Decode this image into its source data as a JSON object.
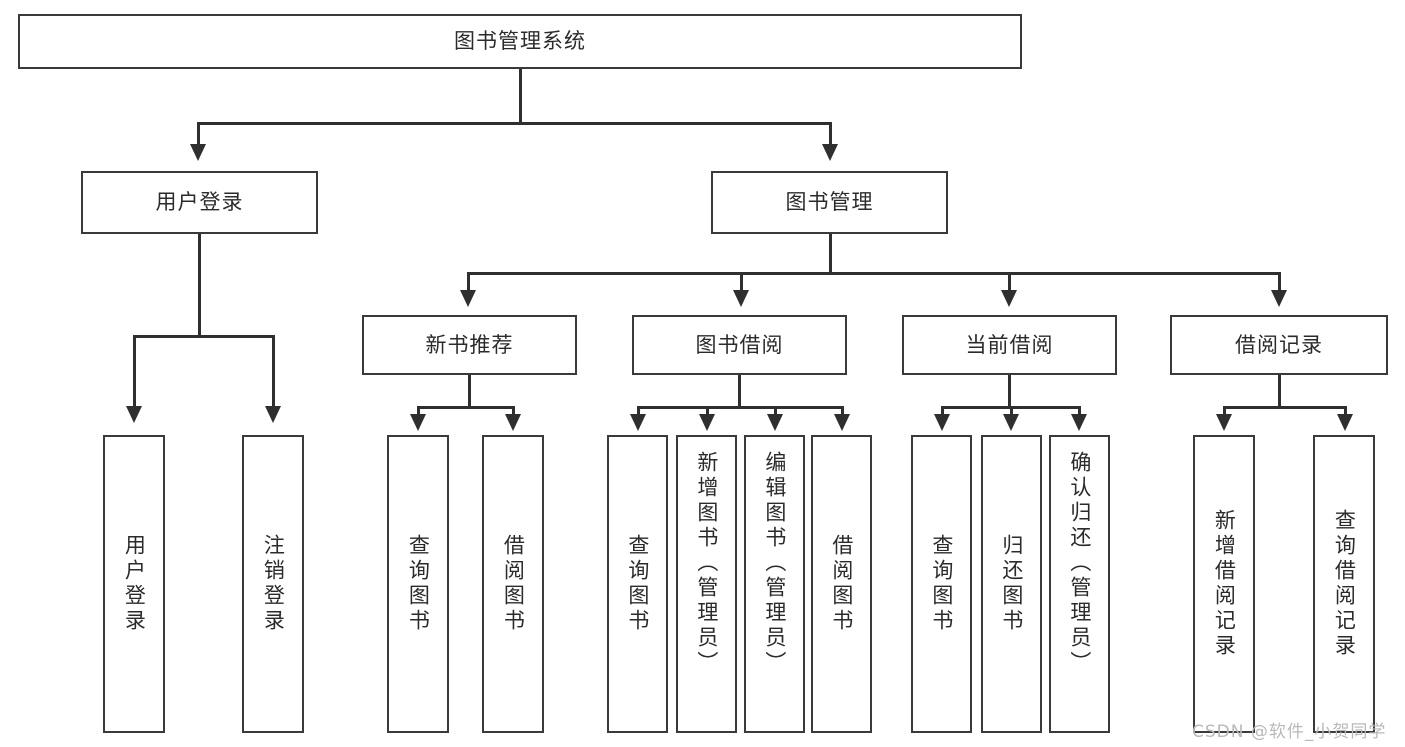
{
  "diagram": {
    "title": "图书管理系统",
    "type": "functional-structure-tree",
    "root": {
      "label": "图书管理系统"
    },
    "level1": [
      {
        "label": "用户登录"
      },
      {
        "label": "图书管理"
      }
    ],
    "level2": [
      {
        "label": "新书推荐"
      },
      {
        "label": "图书借阅"
      },
      {
        "label": "当前借阅"
      },
      {
        "label": "借阅记录"
      }
    ],
    "leaves": {
      "user_login": [
        {
          "label": "用户登录"
        },
        {
          "label": "注销登录"
        }
      ],
      "new_book_recommend": [
        {
          "label": "查询图书"
        },
        {
          "label": "借阅图书"
        }
      ],
      "book_borrow": [
        {
          "label": "查询图书"
        },
        {
          "label": "新增图书（管理员）"
        },
        {
          "label": "编辑图书（管理员）"
        },
        {
          "label": "借阅图书"
        }
      ],
      "current_borrow": [
        {
          "label": "查询图书"
        },
        {
          "label": "归还图书"
        },
        {
          "label": "确认归还（管理员）"
        }
      ],
      "borrow_record": [
        {
          "label": "新增借阅记录"
        },
        {
          "label": "查询借阅记录"
        }
      ]
    }
  },
  "watermark": {
    "text": "CSDN @软件_小贺同学"
  },
  "colors": {
    "box_border": "#3a3a3a",
    "connector": "#2f2f2f",
    "background": "#ffffff",
    "text": "#2b2b2b",
    "watermark": "#b9b9b9"
  }
}
